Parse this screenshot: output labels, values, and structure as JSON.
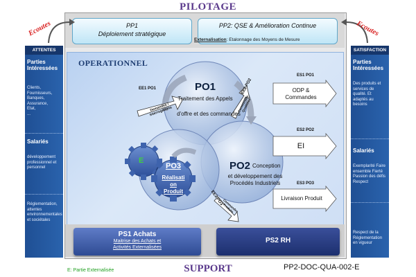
{
  "header": {
    "pilotage": "PILOTAGE",
    "support": "SUPPORT"
  },
  "ecoutes": {
    "left": "Ecoutes",
    "right": "Ecoutes"
  },
  "pilotage": {
    "pp1_title": "PP1",
    "pp1_sub": "Déploiement stratégique",
    "pp2_title": "PP2:  QSE  & Amélioration  Continue",
    "externalisation_label": "Externalisation",
    "externalisation_text": ":  Etalonnage des Moyens de Mesure"
  },
  "left_panel": {
    "header": "ATTENTES",
    "block1_title": "Parties Intéressées",
    "block1_items": [
      "Clients,",
      "Fournisseurs,",
      "Banques,",
      "Assurance,",
      "Etat,",
      "..."
    ],
    "block2_title": "Salariés",
    "block2_text": "développement professionnel et personnel",
    "block3_text": "Réglementation, attentes environnementales et sociétales"
  },
  "right_panel": {
    "header": "SATISFACTION",
    "block1_title": "Parties Intéressées",
    "block1_text": "Des produits et services de qualité. Et adaptés au besoins",
    "block2_title": "Salariés",
    "block2_text": "Exemplarité Faire ensemble Fierté Passion des défis Respect",
    "block3_text": "Respect de la Réglementation en vigueur"
  },
  "operationnel": {
    "title": "OPERATIONNEL",
    "po1_code": "PO1",
    "po1_text_1": "Traitement des Appels",
    "po1_text_2": "d'offre et  des commandes",
    "po2_code": "PO2",
    "po2_text_1": "Conception",
    "po2_text_2": "et développement des",
    "po2_text_3": "Procédés Industriels",
    "po3_code": "PO3",
    "po3_text_1": "Réalisati",
    "po3_text_2": "on",
    "po3_text_3": "Produit",
    "gear_label": "E",
    "ee1": "EE1 PO1",
    "ee1_arrow_1": "Demandes /",
    "ee1_arrow_2": "Interrogations",
    "ee2": "EE2 PO2",
    "ee2_arrow_1": "Commandes",
    "ee2_arrow_2": "Qualifiées",
    "ee3": "EE3 PO3",
    "ee3_arrow_1": "Commandes",
    "ee3_arrow_2": "Produits",
    "es1": "ES1 PO1",
    "es1_box_1": "ODP &",
    "es1_box_2": "Commandes",
    "es2": "ES2 PO2",
    "es2_box": "EI",
    "es3": "ES3 PO3",
    "es3_box": "Livraison Produit"
  },
  "support": {
    "ps1_title": "PS1 Achats",
    "ps1_sub_1": "Maitrise des Achats et",
    "ps1_sub_2": "Activités Externalisées",
    "ps2_title": "PS2 RH"
  },
  "footer": {
    "legend": "E: Partie Externalisée",
    "docref": "PP2-DOC-QUA-002-E"
  },
  "colors": {
    "accent": "#1f4f94",
    "title": "#5b3a8c",
    "ecoutes": "#d81e1e",
    "externalise": "#22a022"
  }
}
